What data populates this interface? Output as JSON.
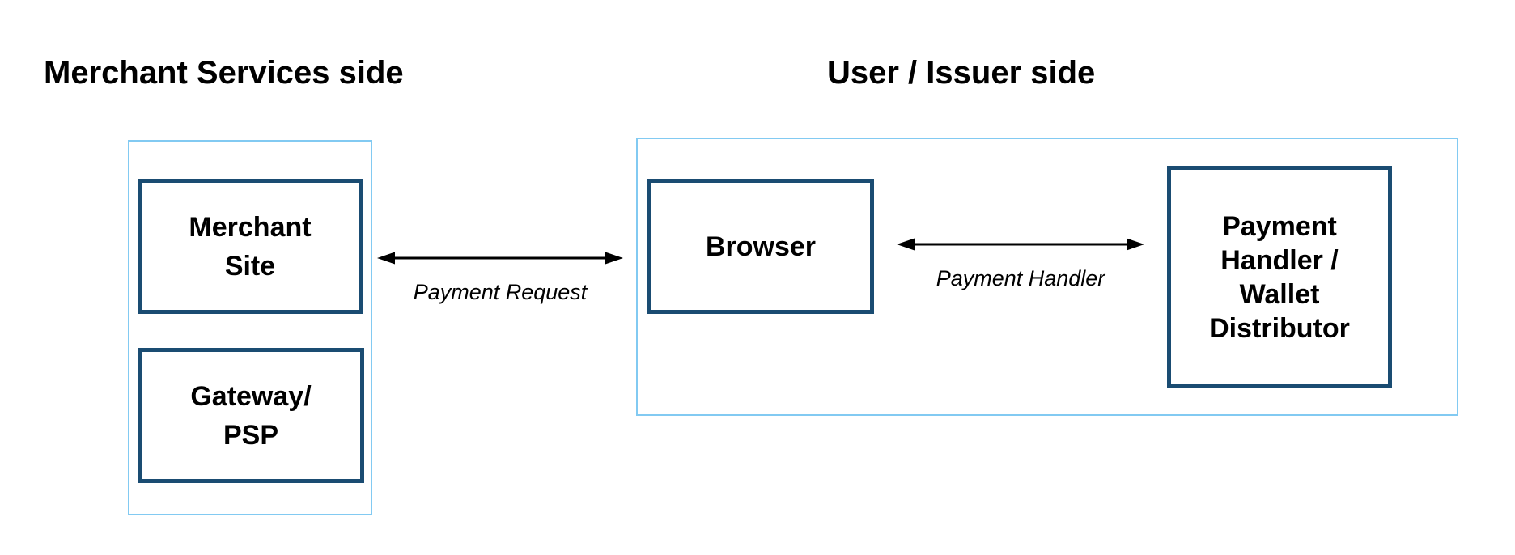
{
  "diagram": {
    "left_section": {
      "title": "Merchant Services side",
      "boxes": {
        "merchant_site": "Merchant\nSite",
        "gateway_psp": "Gateway/\nPSP"
      }
    },
    "right_section": {
      "title": "User / Issuer side",
      "boxes": {
        "browser": "Browser",
        "payment_handler": "Payment\nHandler /\nWallet\nDistributor"
      }
    },
    "arrows": {
      "payment_request_label": "Payment Request",
      "payment_handler_label": "Payment Handler"
    },
    "colors": {
      "node_border": "#1a4c72",
      "container_border": "#82caf2",
      "arrow": "#000000",
      "text": "#000000"
    }
  }
}
